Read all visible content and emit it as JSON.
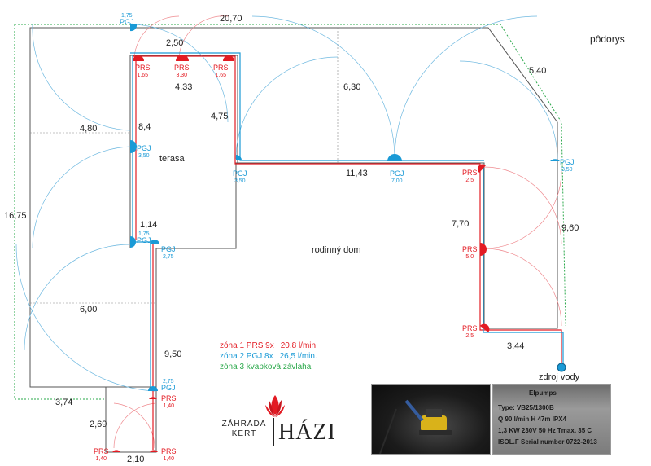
{
  "title": "pôdorys",
  "rooms": {
    "terrace": "terasa",
    "house": "rodinný dom"
  },
  "dimensions": {
    "top_total": "20,70",
    "pgj_top_len": "1,75",
    "terrace_top": "2,50",
    "terrace_inner": "4,33",
    "right_diag": "5,40",
    "left_45": "4,80",
    "wall_84": "8,4",
    "terrace_h": "4,75",
    "room_630": "6,30",
    "corridor": "11,43",
    "left_1675": "16,75",
    "seg_114": "1,14",
    "right_770": "7,70",
    "right_960": "9,60",
    "bottom_600": "6,00",
    "path_950": "9,50",
    "seg_344": "3,44",
    "bottom_374": "3,74",
    "seg_269": "2,69",
    "seg_210": "2,10"
  },
  "sprinklers": {
    "prs": [
      {
        "label": "PRS",
        "value": "1,65"
      },
      {
        "label": "PRS",
        "value": "3,30"
      },
      {
        "label": "PRS",
        "value": "1,65"
      },
      {
        "label": "PRS",
        "value": "2,5"
      },
      {
        "label": "PRS",
        "value": "5,0"
      },
      {
        "label": "PRS",
        "value": "2,5"
      },
      {
        "label": "PRS",
        "value": "1,40"
      },
      {
        "label": "PRS",
        "value": "1,40"
      },
      {
        "label": "PRS",
        "value": "1,40"
      }
    ],
    "pgj": [
      {
        "label": "PGJ",
        "value": ""
      },
      {
        "label": "PGJ",
        "value": "3,50"
      },
      {
        "label": "PGJ",
        "value": "3,50"
      },
      {
        "label": "PGJ",
        "value": "7,00"
      },
      {
        "label": "PGJ",
        "value": "3,50"
      },
      {
        "label": "PGJ",
        "value": "1,75"
      },
      {
        "label": "PGJ",
        "value": "2,75"
      },
      {
        "label": "PGJ",
        "value": "2,75"
      }
    ]
  },
  "legend": {
    "zone1": {
      "text": "zóna 1 PRS 9x",
      "rate": "20,8 l/min."
    },
    "zone2": {
      "text": "zóna 2 PGJ 8x",
      "rate": "26,5 l/min."
    },
    "zone3": {
      "text": "zóna 3 kvapková závlaha"
    }
  },
  "water_source": "zdroj vody",
  "logo": {
    "line1": "ZÁHRADA",
    "line2": "KERT",
    "name": "HÁZI"
  },
  "photo_plate": {
    "brand": "Elpumps",
    "type": "Type: VB25/1300B",
    "q": "Q    90 l/min  H   47m  IPX4",
    "power": "1,3 KW 230V  50 Hz  Tmax. 35 C",
    "serial": "ISOL.F  Serial number 0722-2013"
  },
  "colors": {
    "zone1": "#e31b23",
    "zone2": "#1a9ad6",
    "zone3": "#2aa84a",
    "outline": "#555555"
  }
}
